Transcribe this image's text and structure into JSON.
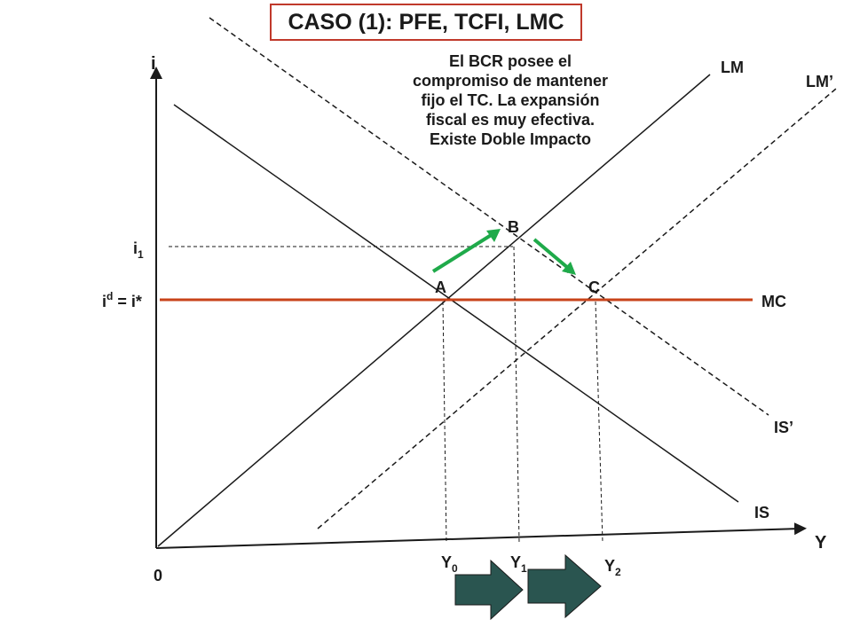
{
  "title": "CASO (1): PFE, TCFI, LMC",
  "note": {
    "lines": [
      "El BCR posee el",
      "compromiso de mantener",
      "fijo el TC. La expansión",
      "fiscal es muy efectiva.",
      "Existe Doble Impacto"
    ]
  },
  "axes": {
    "y_label": "i",
    "x_label": "Y",
    "origin_label": "0"
  },
  "y_ticks": {
    "i1": {
      "base": "i",
      "sub": "1"
    },
    "id": {
      "base": "i",
      "sup": "d",
      "rest": " = i*"
    }
  },
  "x_ticks": [
    {
      "base": "Y",
      "sub": "0"
    },
    {
      "base": "Y",
      "sub": "1"
    },
    {
      "base": "Y",
      "sub": "2"
    }
  ],
  "curves": {
    "LM": "LM",
    "LM_prime": "LM’",
    "IS": "IS",
    "IS_prime": "IS’",
    "MC": "MC"
  },
  "points": {
    "A": "A",
    "B": "B",
    "C": "C"
  },
  "colors": {
    "mc_line": "#c8431a",
    "green_arrow": "#1faa4a",
    "block_arrow_fill": "#2a5550",
    "title_border": "#c0392b"
  }
}
